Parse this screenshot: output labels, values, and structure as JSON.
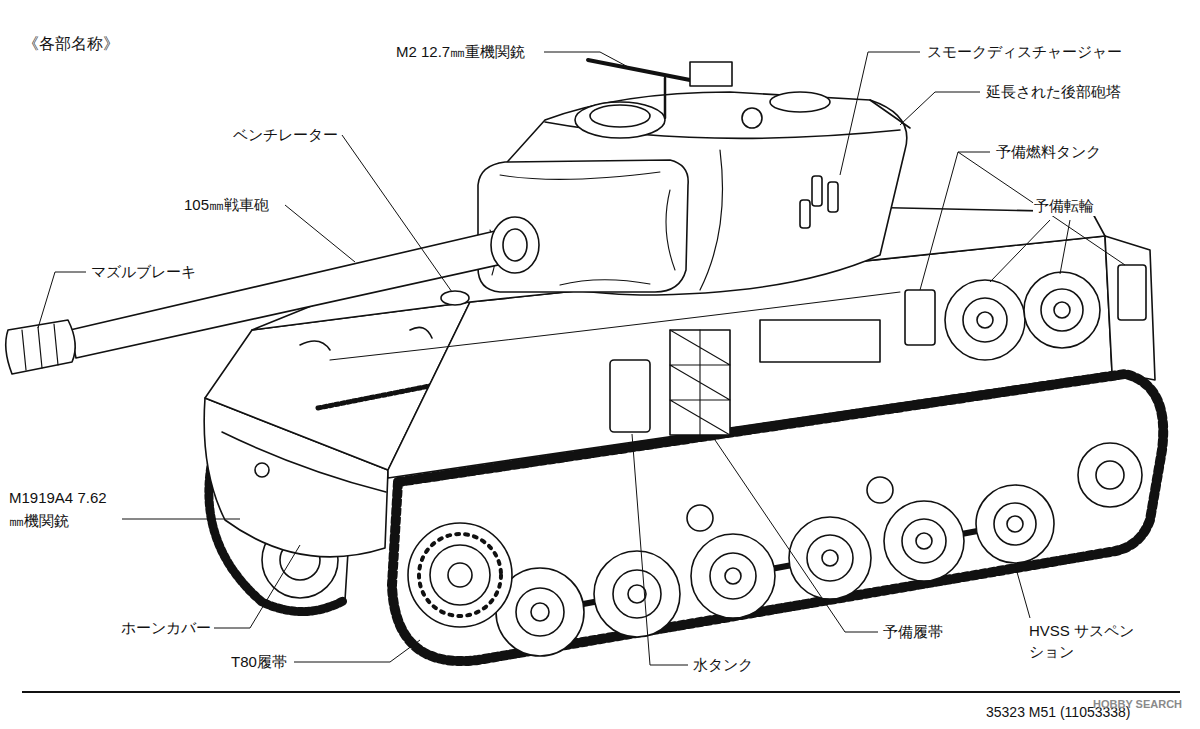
{
  "diagram": {
    "title": "《各部名称》",
    "labels": [
      "M2 12.7㎜重機関銃",
      "スモークディスチャージャー",
      "延長された後部砲塔",
      "ベンチレーター",
      "予備燃料タンク",
      "105㎜戦車砲",
      "予備転輪",
      "マズルブレーキ",
      "M1919A4 7.62㎜機関銃",
      "ホーンカバー",
      "T80履帯",
      "予備履帯",
      "水タンク",
      "HVSS サスペンション",
      "35323 M51 (11053338)",
      "HOBBY SEARCH"
    ]
  }
}
